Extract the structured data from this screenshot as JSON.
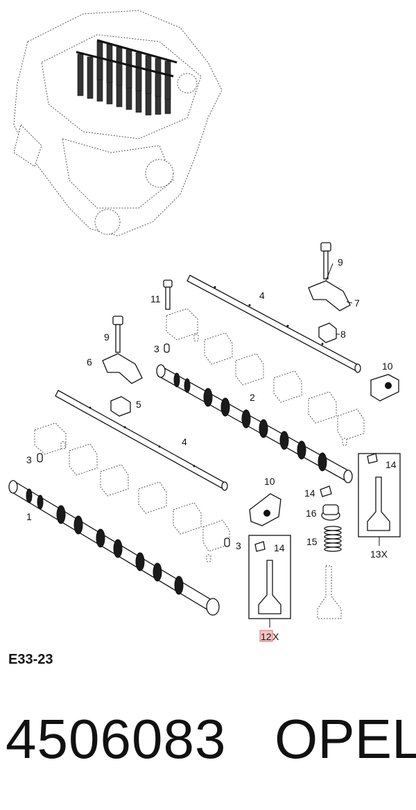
{
  "callouts": {
    "c1": "1",
    "c2": "2",
    "c3a": "3",
    "c3b": "3",
    "c3c": "3",
    "c4a": "4",
    "c4b": "4",
    "c5": "5",
    "c6": "6",
    "c7": "7",
    "c8": "8",
    "c9a": "9",
    "c9b": "9",
    "c10a": "10",
    "c10b": "10",
    "c11": "11",
    "c12": "12",
    "c12x": "X",
    "c13": "13X",
    "c14a": "14",
    "c14b": "14",
    "c14c": "14",
    "c15": "15",
    "c16": "16"
  },
  "figure_code": "E33-23",
  "part_number": "4506083",
  "brand": "OPEL",
  "highlight_color": "#f6c6c6"
}
